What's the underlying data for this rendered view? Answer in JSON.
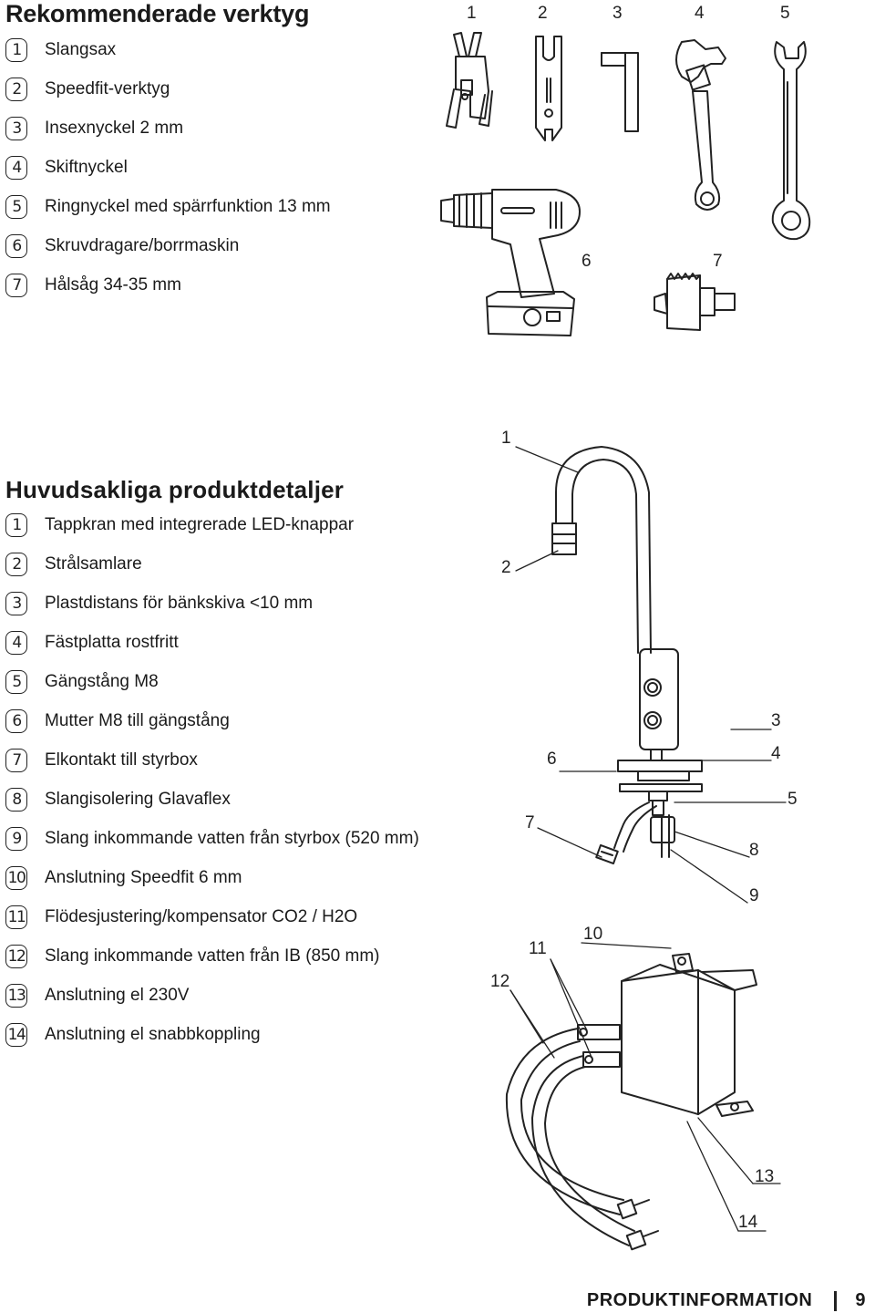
{
  "tools": {
    "title": "Rekommenderade verktyg",
    "items": [
      {
        "num": "1",
        "label": "Slangsax"
      },
      {
        "num": "2",
        "label": "Speedfit-verktyg"
      },
      {
        "num": "3",
        "label": "Insexnyckel 2 mm"
      },
      {
        "num": "4",
        "label": "Skiftnyckel"
      },
      {
        "num": "5",
        "label": "Ringnyckel med spärrfunktion 13 mm"
      },
      {
        "num": "6",
        "label": "Skruvdragare/borrmaskin"
      },
      {
        "num": "7",
        "label": "Hålsåg 34-35 mm"
      }
    ],
    "figure_labels": [
      "1",
      "2",
      "3",
      "4",
      "5",
      "6",
      "7"
    ]
  },
  "details": {
    "title": "Huvudsakliga produktdetaljer",
    "items": [
      {
        "num": "1",
        "label": "Tappkran med integrerade LED-knappar"
      },
      {
        "num": "2",
        "label": "Strålsamlare"
      },
      {
        "num": "3",
        "label": "Plastdistans för bänkskiva <10 mm"
      },
      {
        "num": "4",
        "label": "Fästplatta rostfritt"
      },
      {
        "num": "5",
        "label": "Gängstång M8"
      },
      {
        "num": "6",
        "label": "Mutter M8 till gängstång"
      },
      {
        "num": "7",
        "label": "Elkontakt till styrbox"
      },
      {
        "num": "8",
        "label": "Slangisolering Glavaflex"
      },
      {
        "num": "9",
        "label": "Slang inkommande vatten från styrbox (520 mm)"
      },
      {
        "num": "10",
        "label": "Anslutning Speedfit 6 mm"
      },
      {
        "num": "11",
        "label": "Flödesjustering/kompensator CO2 / H2O"
      },
      {
        "num": "12",
        "label": "Slang inkommande vatten från IB (850 mm)"
      },
      {
        "num": "13",
        "label": "Anslutning el 230V"
      },
      {
        "num": "14",
        "label": "Anslutning el snabbkoppling"
      }
    ],
    "figure_labels": [
      "1",
      "2",
      "3",
      "4",
      "5",
      "6",
      "7",
      "8",
      "9",
      "10",
      "11",
      "12",
      "13",
      "14"
    ]
  },
  "footer": {
    "section": "PRODUKTINFORMATION",
    "page": "9"
  }
}
